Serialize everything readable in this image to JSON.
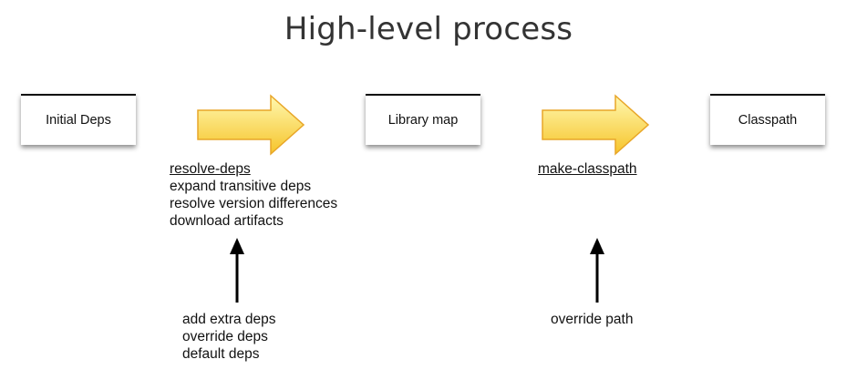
{
  "title": "High-level process",
  "boxes": {
    "initial": "Initial Deps",
    "library": "Library map",
    "classpath": "Classpath"
  },
  "step1": {
    "name": "resolve-deps",
    "lines": [
      "expand transitive deps",
      "resolve version differences",
      "download artifacts"
    ],
    "inputs": [
      "add extra deps",
      "override deps",
      "default deps"
    ]
  },
  "step2": {
    "name": "make-classpath",
    "inputs": [
      "override path"
    ]
  },
  "colors": {
    "arrow_fill_light": "#fff8b0",
    "arrow_fill_dark": "#f6c42a",
    "arrow_stroke": "#e8a628"
  }
}
